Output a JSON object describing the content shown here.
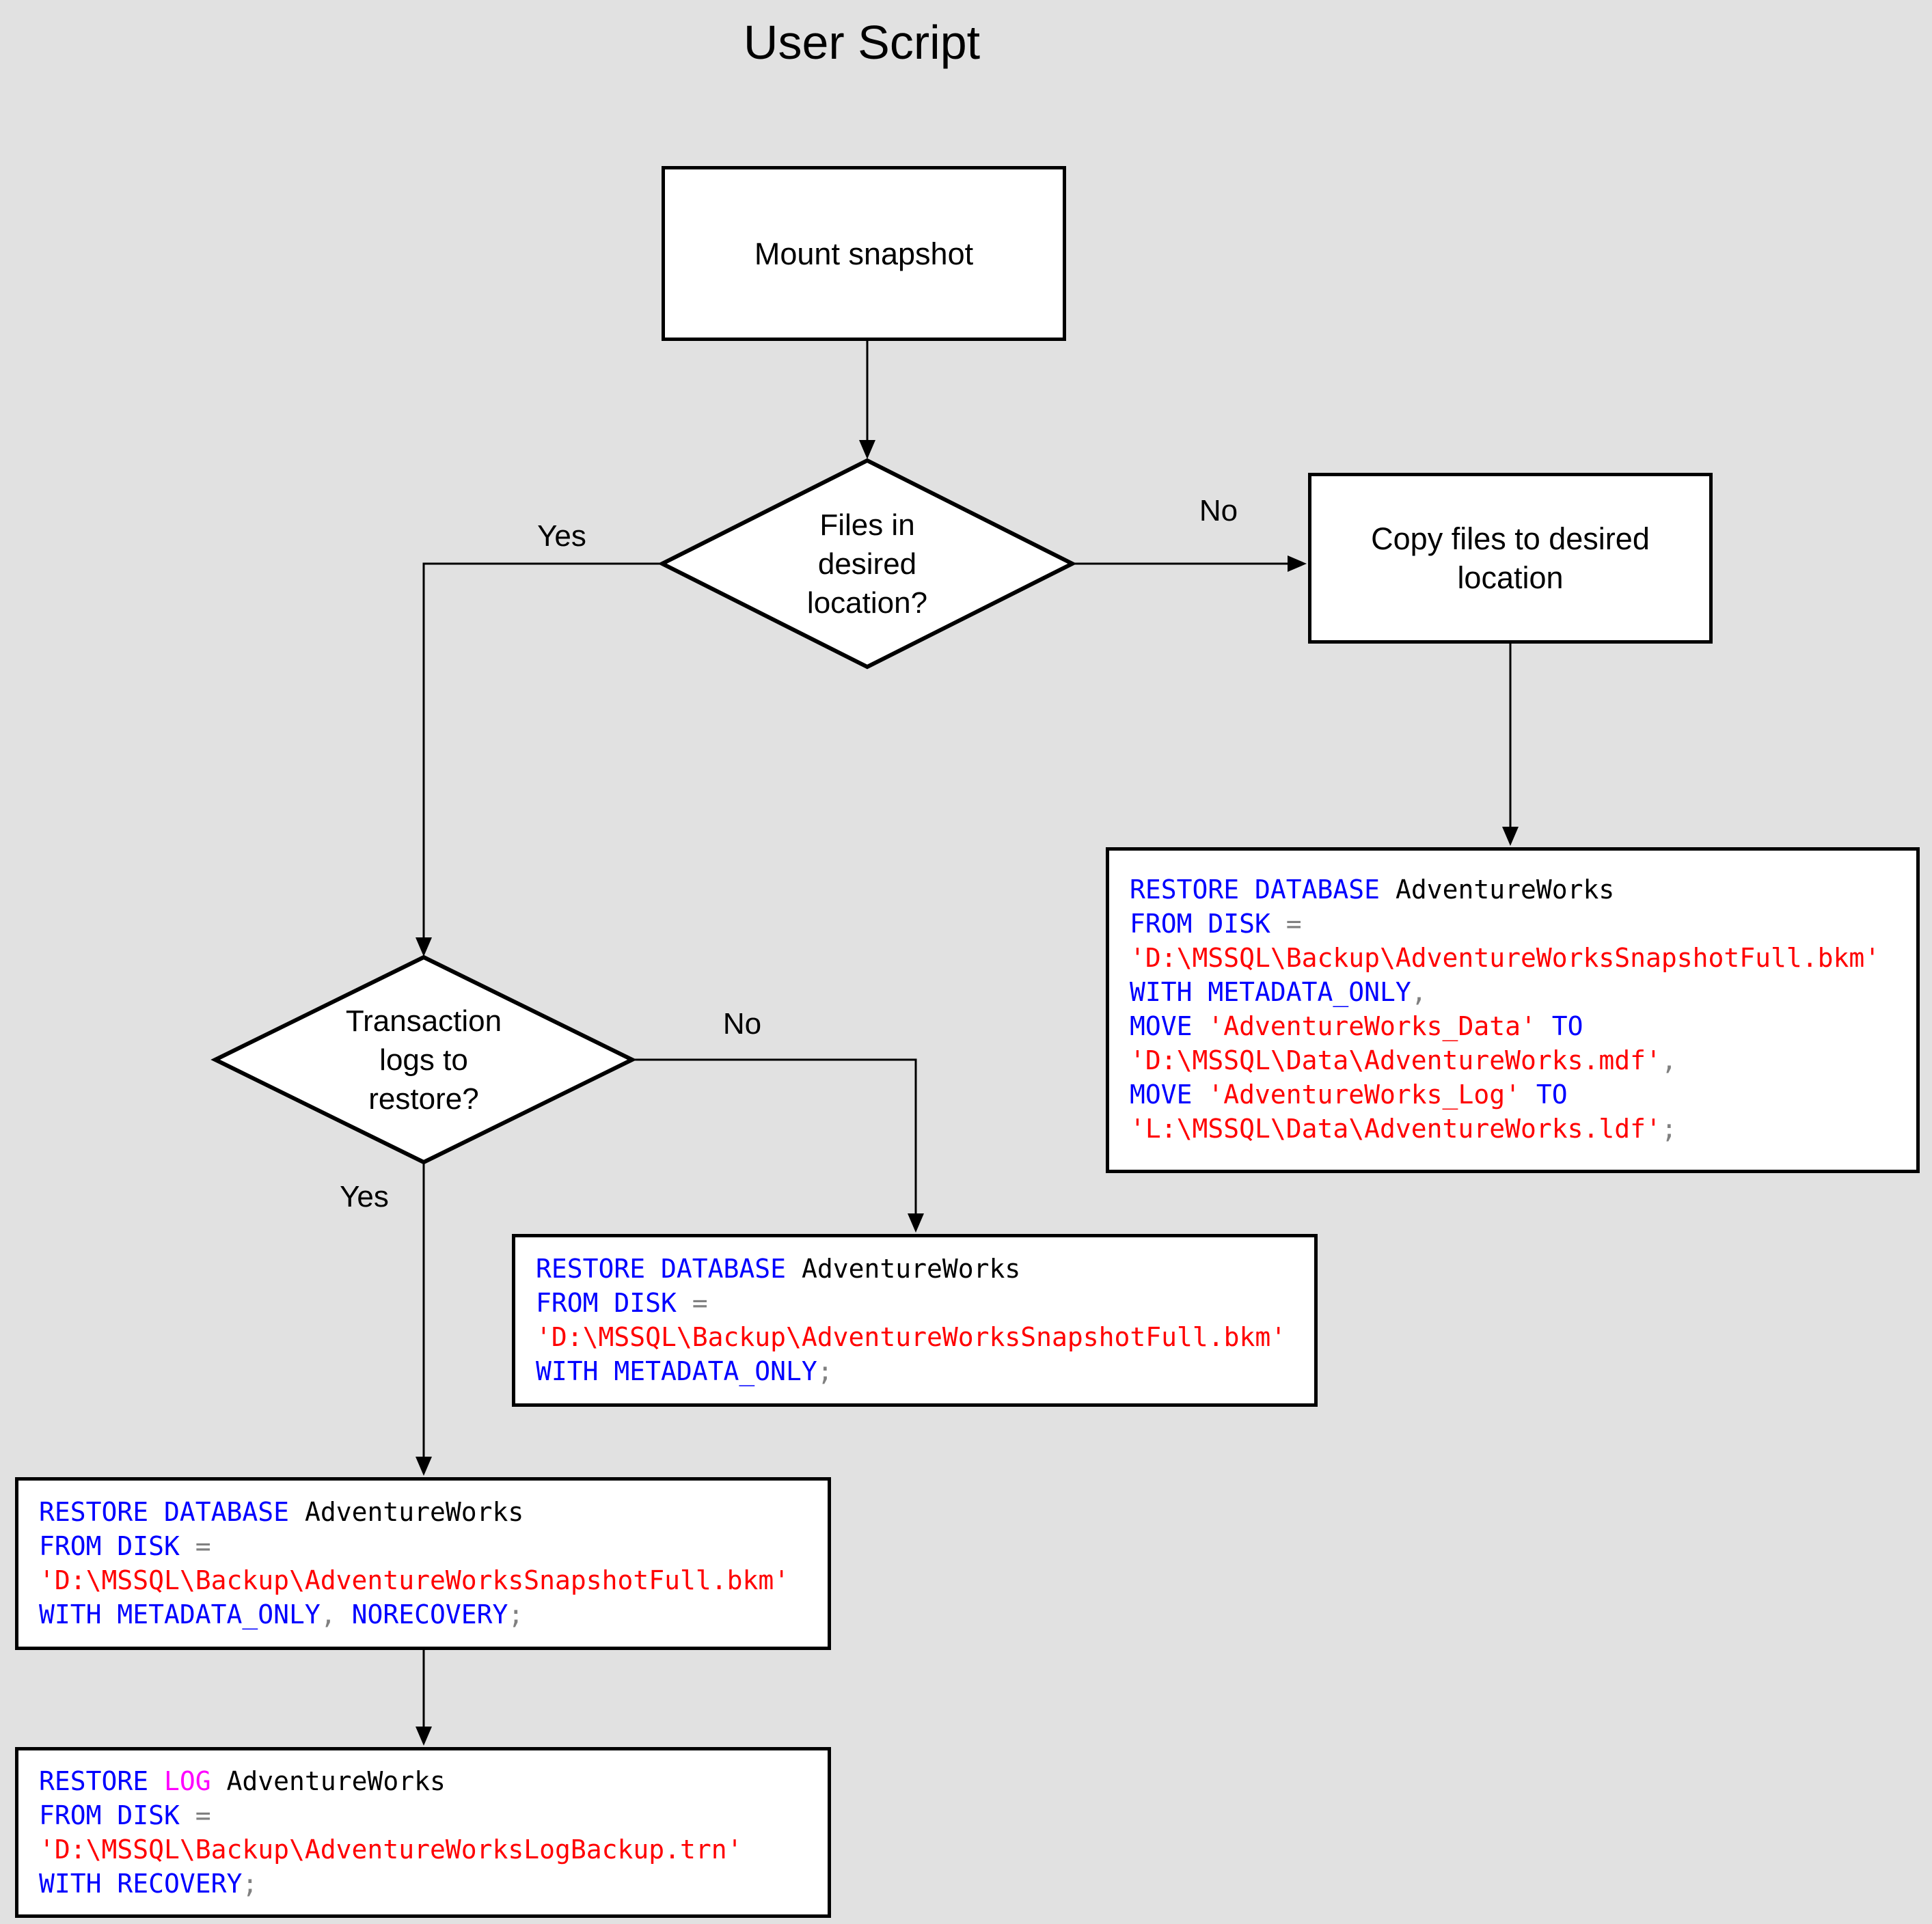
{
  "title": "User Script",
  "colors": {
    "background": "#e1e1e1",
    "node_fill": "#ffffff",
    "node_border": "#000000",
    "connector": "#000000",
    "code_keyword": "#0000ff",
    "code_string": "#ff0000",
    "code_operator": "#808080",
    "code_identifier": "#000000",
    "code_log_keyword": "#ff00ff"
  },
  "nodes": {
    "mount": {
      "label": "Mount snapshot"
    },
    "files_decision": {
      "lines": [
        "Files in",
        "desired",
        "location?"
      ]
    },
    "copy": {
      "lines": [
        "Copy files to desired",
        "location"
      ]
    },
    "logs_decision": {
      "lines": [
        "Transaction",
        "logs to",
        "restore?"
      ]
    }
  },
  "edge_labels": {
    "files_yes": "Yes",
    "files_no": "No",
    "logs_yes": "Yes",
    "logs_no": "No"
  },
  "code_blocks": {
    "restore_with_move": {
      "lines": [
        [
          [
            "k",
            "RESTORE DATABASE "
          ],
          [
            "i",
            "AdventureWorks"
          ]
        ],
        [
          [
            "k",
            "FROM DISK "
          ],
          [
            "o",
            "="
          ]
        ],
        [
          [
            "s",
            "'D:\\MSSQL\\Backup\\AdventureWorksSnapshotFull.bkm'"
          ]
        ],
        [
          [
            "k",
            "WITH METADATA_ONLY"
          ],
          [
            "o",
            ","
          ]
        ],
        [
          [
            "k",
            "MOVE "
          ],
          [
            "s",
            "'AdventureWorks_Data'"
          ],
          [
            "k",
            " TO"
          ]
        ],
        [
          [
            "s",
            "'D:\\MSSQL\\Data\\AdventureWorks.mdf'"
          ],
          [
            "o",
            ","
          ]
        ],
        [
          [
            "k",
            "MOVE "
          ],
          [
            "s",
            "'AdventureWorks_Log'"
          ],
          [
            "k",
            " TO"
          ]
        ],
        [
          [
            "s",
            "'L:\\MSSQL\\Data\\AdventureWorks.ldf'"
          ],
          [
            "o",
            ";"
          ]
        ]
      ]
    },
    "restore_metadata_only": {
      "lines": [
        [
          [
            "k",
            "RESTORE DATABASE "
          ],
          [
            "i",
            "AdventureWorks"
          ]
        ],
        [
          [
            "k",
            "FROM DISK "
          ],
          [
            "o",
            "="
          ]
        ],
        [
          [
            "s",
            "'D:\\MSSQL\\Backup\\AdventureWorksSnapshotFull.bkm'"
          ]
        ],
        [
          [
            "k",
            "WITH METADATA_ONLY"
          ],
          [
            "o",
            ";"
          ]
        ]
      ]
    },
    "restore_norecovery": {
      "lines": [
        [
          [
            "k",
            "RESTORE DATABASE "
          ],
          [
            "i",
            "AdventureWorks"
          ]
        ],
        [
          [
            "k",
            "FROM DISK "
          ],
          [
            "o",
            "="
          ]
        ],
        [
          [
            "s",
            "'D:\\MSSQL\\Backup\\AdventureWorksSnapshotFull.bkm'"
          ]
        ],
        [
          [
            "k",
            "WITH METADATA_ONLY"
          ],
          [
            "o",
            ", "
          ],
          [
            "k",
            "NORECOVERY"
          ],
          [
            "o",
            ";"
          ]
        ]
      ]
    },
    "restore_log": {
      "lines": [
        [
          [
            "k",
            "RESTORE "
          ],
          [
            "l",
            "LOG "
          ],
          [
            "i",
            "AdventureWorks"
          ]
        ],
        [
          [
            "k",
            "FROM DISK "
          ],
          [
            "o",
            "="
          ]
        ],
        [
          [
            "s",
            "'D:\\MSSQL\\Backup\\AdventureWorksLogBackup.trn'"
          ]
        ],
        [
          [
            "k",
            "WITH RECOVERY"
          ],
          [
            "o",
            ";"
          ]
        ]
      ]
    }
  }
}
